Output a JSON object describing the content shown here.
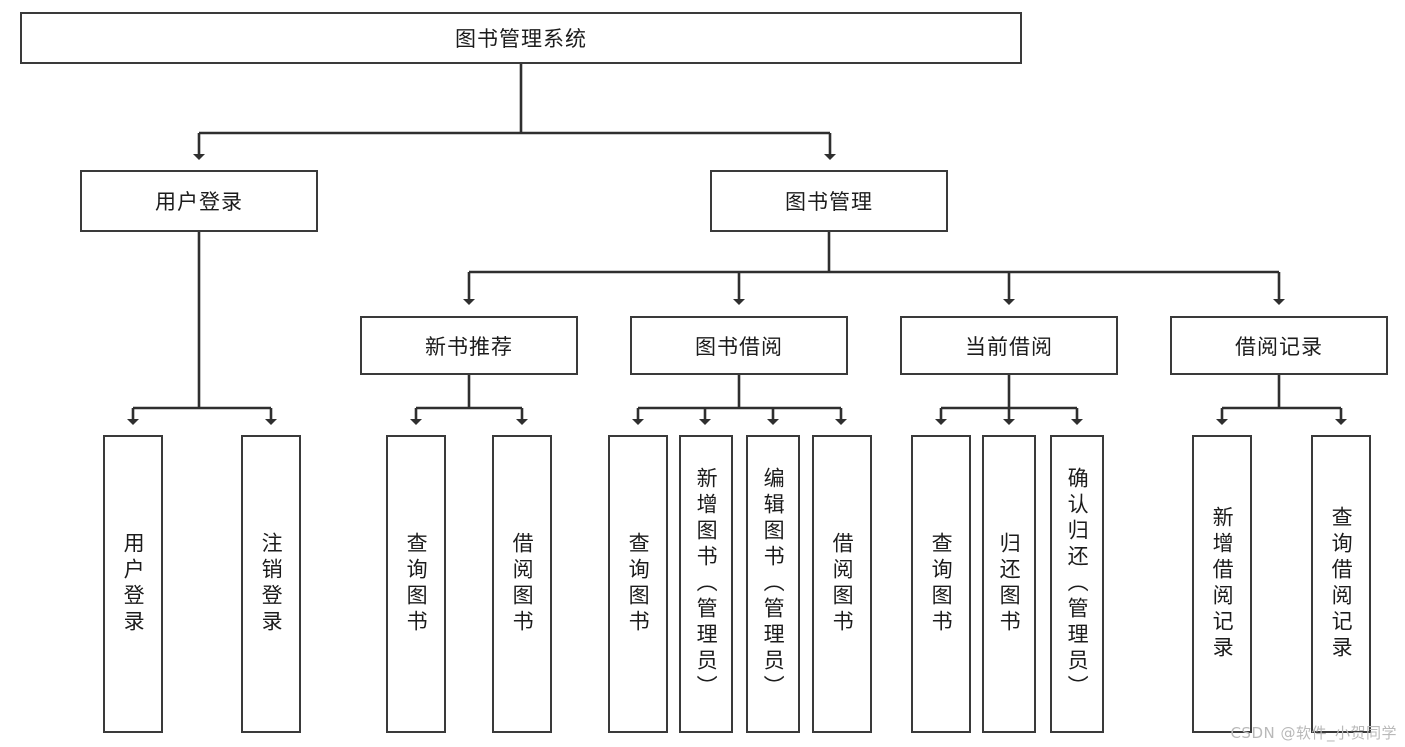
{
  "diagram": {
    "title": "图书管理系统",
    "type": "tree-hierarchy-diagram",
    "root": {
      "id": "root",
      "label": "图书管理系统"
    },
    "level2": [
      {
        "id": "user-login",
        "label": "用户登录"
      },
      {
        "id": "book-manage",
        "label": "图书管理"
      }
    ],
    "level3": [
      {
        "id": "new-book-recommend",
        "label": "新书推荐"
      },
      {
        "id": "book-borrow",
        "label": "图书借阅"
      },
      {
        "id": "current-borrow",
        "label": "当前借阅"
      },
      {
        "id": "borrow-record",
        "label": "借阅记录"
      }
    ],
    "leaves": [
      {
        "id": "leaf-user-login",
        "label": "用户登录",
        "parent": "user-login"
      },
      {
        "id": "leaf-logout-login",
        "label": "注销登录",
        "parent": "user-login"
      },
      {
        "id": "leaf-query-book-1",
        "label": "查询图书",
        "parent": "new-book-recommend"
      },
      {
        "id": "leaf-borrow-book-1",
        "label": "借阅图书",
        "parent": "new-book-recommend"
      },
      {
        "id": "leaf-query-book-2",
        "label": "查询图书",
        "parent": "book-borrow"
      },
      {
        "id": "leaf-add-book",
        "label": "新增图书（管理员）",
        "parent": "book-borrow"
      },
      {
        "id": "leaf-edit-book",
        "label": "编辑图书（管理员）",
        "parent": "book-borrow"
      },
      {
        "id": "leaf-borrow-book-2",
        "label": "借阅图书",
        "parent": "book-borrow"
      },
      {
        "id": "leaf-query-book-3",
        "label": "查询图书",
        "parent": "current-borrow"
      },
      {
        "id": "leaf-return-book",
        "label": "归还图书",
        "parent": "current-borrow"
      },
      {
        "id": "leaf-confirm-return",
        "label": "确认归还（管理员）",
        "parent": "current-borrow"
      },
      {
        "id": "leaf-add-record",
        "label": "新增借阅记录",
        "parent": "borrow-record"
      },
      {
        "id": "leaf-query-record",
        "label": "查询借阅记录",
        "parent": "borrow-record"
      }
    ]
  },
  "watermark": {
    "text": "CSDN @软件_小贺同学"
  },
  "colors": {
    "box_border": "#3a3a3a",
    "connector": "#2f2f2f",
    "text": "#1c1c1c",
    "background": "#ffffff",
    "watermark": "#b9b9b9"
  }
}
